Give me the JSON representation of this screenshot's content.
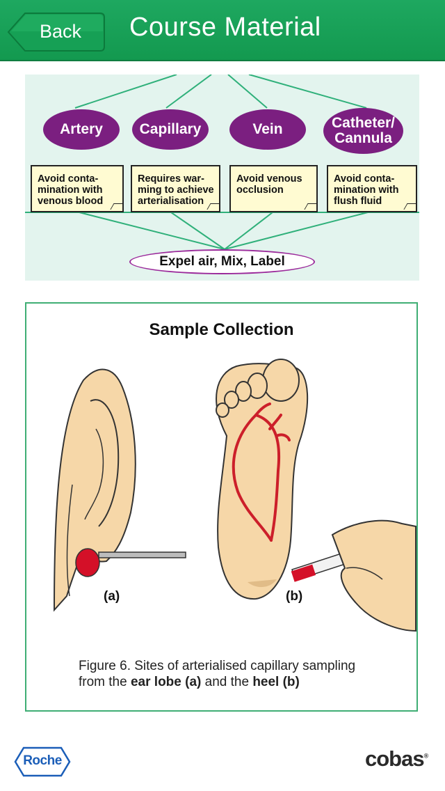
{
  "header": {
    "back_label": "Back",
    "title": "Course Material"
  },
  "diagram": {
    "nodes": [
      {
        "label": "Artery",
        "note": "Avoid conta-\nmination with\nvenous blood"
      },
      {
        "label": "Capillary",
        "note": "Requires war-\nming to achieve\narterialisation"
      },
      {
        "label": "Vein",
        "note": "Avoid venous\nocclusion"
      },
      {
        "label": "Catheter/\nCannula",
        "note": "Avoid conta-\nmination with\nflush fluid"
      }
    ],
    "bottom_label": "Expel air, Mix, Label"
  },
  "figure": {
    "title": "Sample Collection",
    "label_a": "(a)",
    "label_b": "(b)",
    "caption_line1": "Figure 6. Sites of arterialised capillary sampling",
    "caption_from": "from the ",
    "caption_ear": "ear lobe (a)",
    "caption_and": " and the ",
    "caption_heel": "heel (b)"
  },
  "footer": {
    "roche_logo": "Roche",
    "cobas_logo": "cobas",
    "cobas_mark": "®"
  },
  "colors": {
    "header_green": "#13994f",
    "node_purple": "#7b1f80",
    "diagram_bg": "#e3f4ee",
    "note_yellow": "#fffbd2"
  }
}
